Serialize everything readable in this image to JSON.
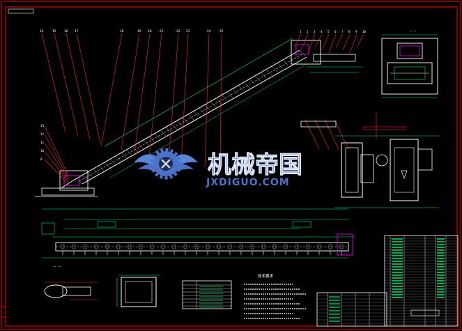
{
  "colors": {
    "background": "#000000",
    "frame": "#ff0000",
    "geometry": "#ffffff",
    "leaders": "#ff2a2a",
    "dimensions": "#00e676",
    "accent": "#ff00ff",
    "watermark": "#4a73c8"
  },
  "watermark": {
    "cn_text": "机械帝国",
    "en_text": "JXDIGUO.COM",
    "logo_icon": "gear-wings-logo-icon"
  },
  "drawing_parts": {
    "balloon_numbers_top": [
      "14",
      "15",
      "16",
      "17",
      "18",
      "19",
      "20",
      "21",
      "22",
      "23",
      "24",
      "25"
    ],
    "balloon_numbers_right": [
      "1",
      "2",
      "3",
      "4",
      "5",
      "6",
      "7",
      "8",
      "9",
      "10"
    ],
    "balloon_numbers_left": [
      "13",
      "12",
      "11",
      "10",
      "9"
    ]
  },
  "tech_notes": {
    "title": "技术要求"
  }
}
